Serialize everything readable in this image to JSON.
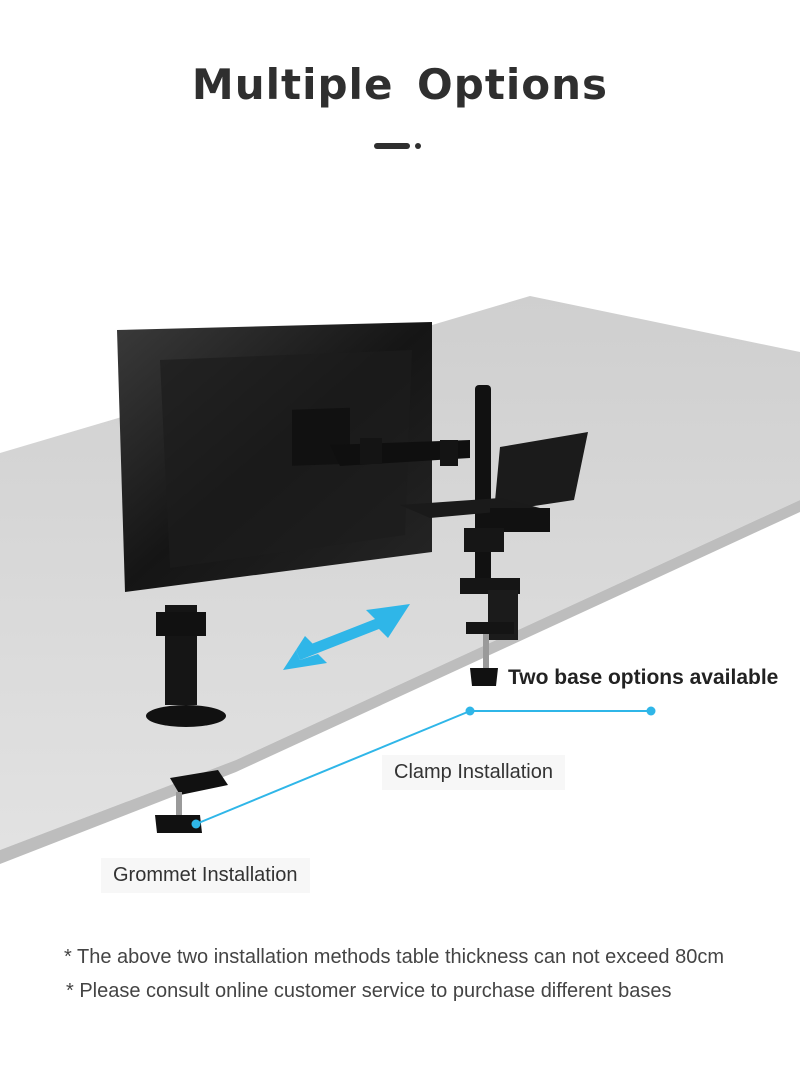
{
  "header": {
    "title": "Multiple Options"
  },
  "labels": {
    "headline": "Two base options available",
    "clamp": "Clamp Installation",
    "grommet": "Grommet Installation"
  },
  "notes": [
    "* The above two installation methods table thickness can not exceed 80cm",
    "* Please consult online customer service to purchase different bases"
  ],
  "colors": {
    "accent": "#2fb6e8",
    "table_top": "#d6d6d6",
    "table_edge": "#c2c2c2",
    "hardware": "#1a1a1a"
  },
  "icons": {
    "swap": "double-arrow-icon"
  }
}
